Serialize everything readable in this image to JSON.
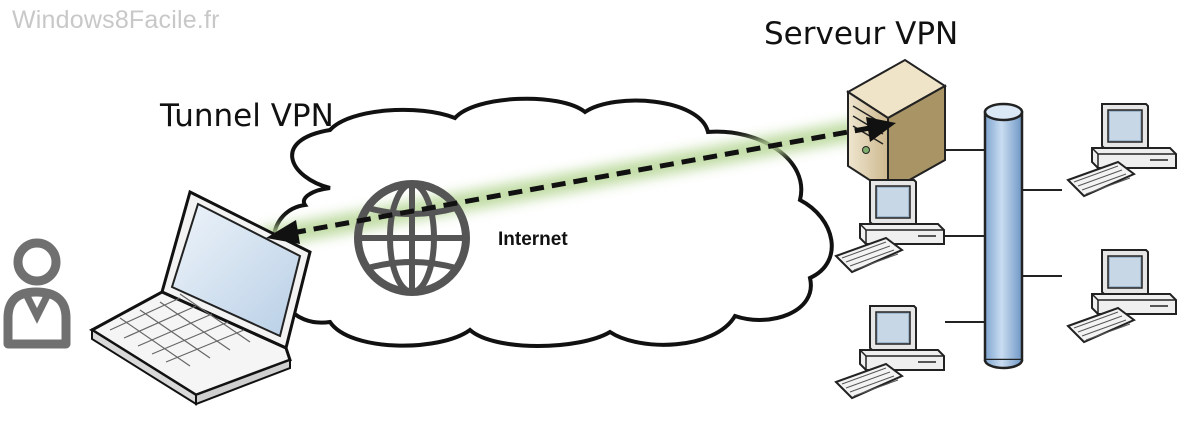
{
  "watermark": "Windows8Facile.fr",
  "labels": {
    "tunnel": "Tunnel VPN",
    "server": "Serveur VPN",
    "internet": "Internet"
  },
  "colors": {
    "tunnel_glow": "#b9d89a",
    "tunnel_line": "#111111",
    "bus": "#a8c6e6",
    "user_icon": "#707070",
    "server_body": "#d8c8a8",
    "laptop_screen": "#cfe0f0",
    "monitor_screen": "#b6cadb"
  },
  "icons": [
    "user-icon",
    "laptop-icon",
    "globe-icon",
    "server-icon",
    "desktop-computer-icon",
    "network-bus-icon"
  ]
}
